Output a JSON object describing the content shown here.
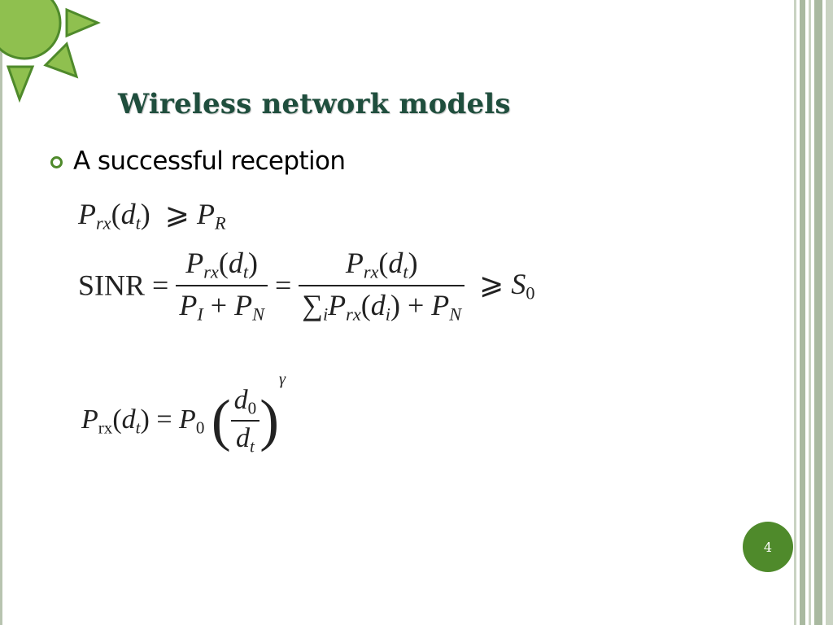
{
  "slide": {
    "title": "Wireless network models",
    "bullet": "A successful reception",
    "page_number": "4"
  },
  "equations": {
    "eq1": "P_rx(d_t) ⩾ P_R",
    "eq2": "SINR = P_rx(d_t) / (P_I + P_N) = P_rx(d_t) / (∑_i P_rx(d_i) + P_N) ⩾ S_0",
    "eq3": "P_rx(d_t) = P_0 (d_0 / d_t)^γ"
  },
  "colors": {
    "title": "#1f4e3d",
    "accent_green": "#4f8a2b",
    "sun_fill": "#8fc04f"
  },
  "icons": {
    "decor": "sun-icon",
    "bullet": "ring-bullet-icon"
  }
}
